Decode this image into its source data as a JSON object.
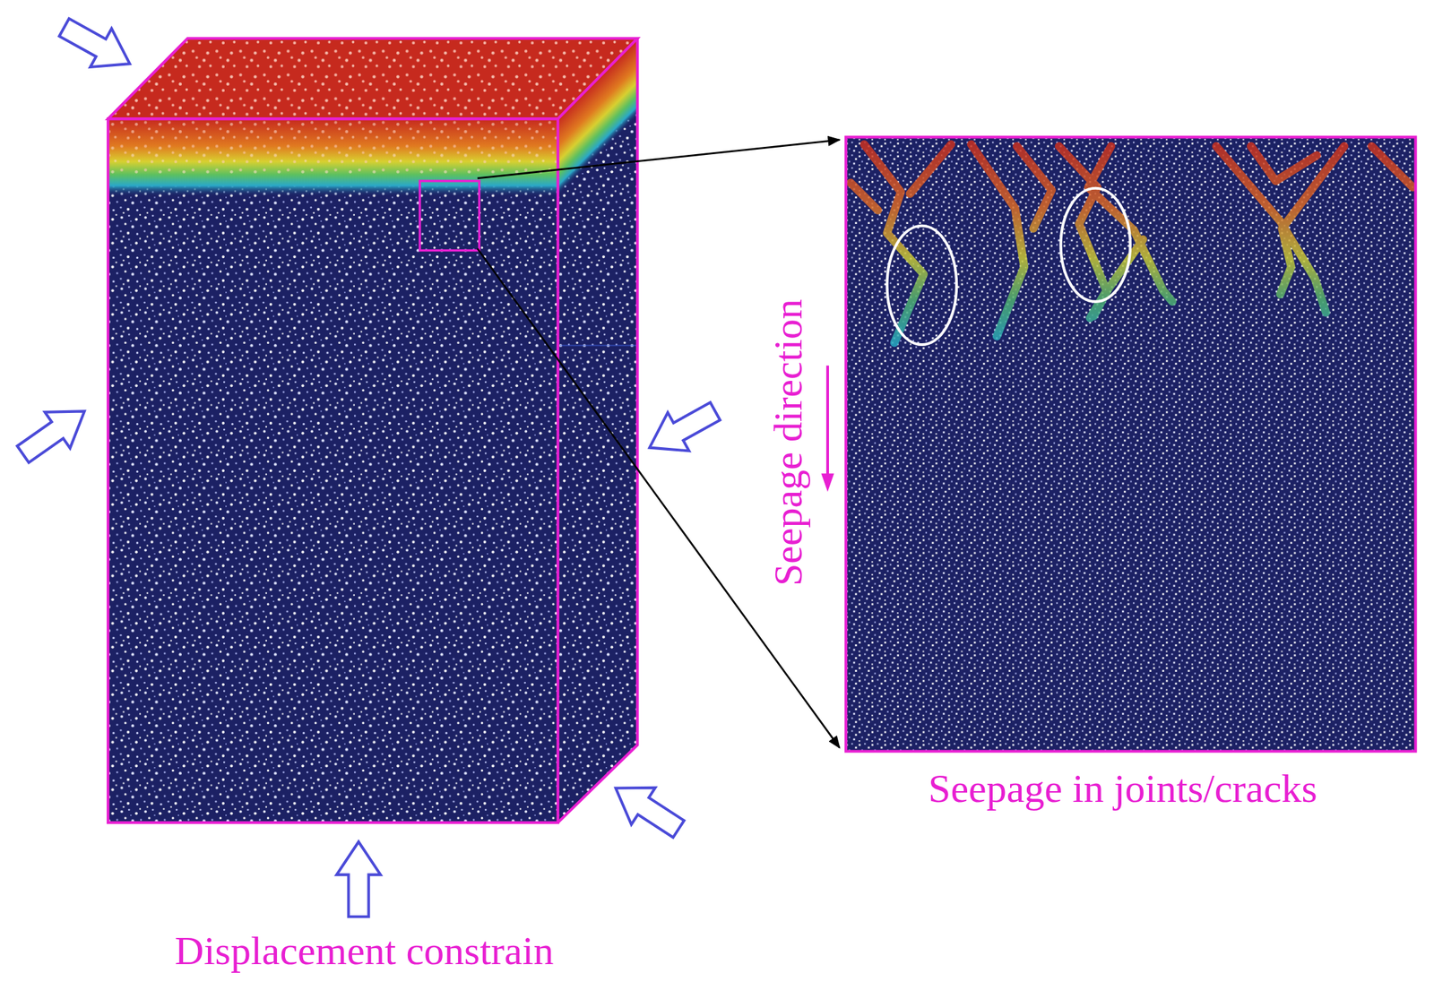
{
  "diagram": {
    "labels": [
      "Seepage direction",
      "Seepage in joints/cracks",
      "Displacement constrain"
    ]
  }
}
